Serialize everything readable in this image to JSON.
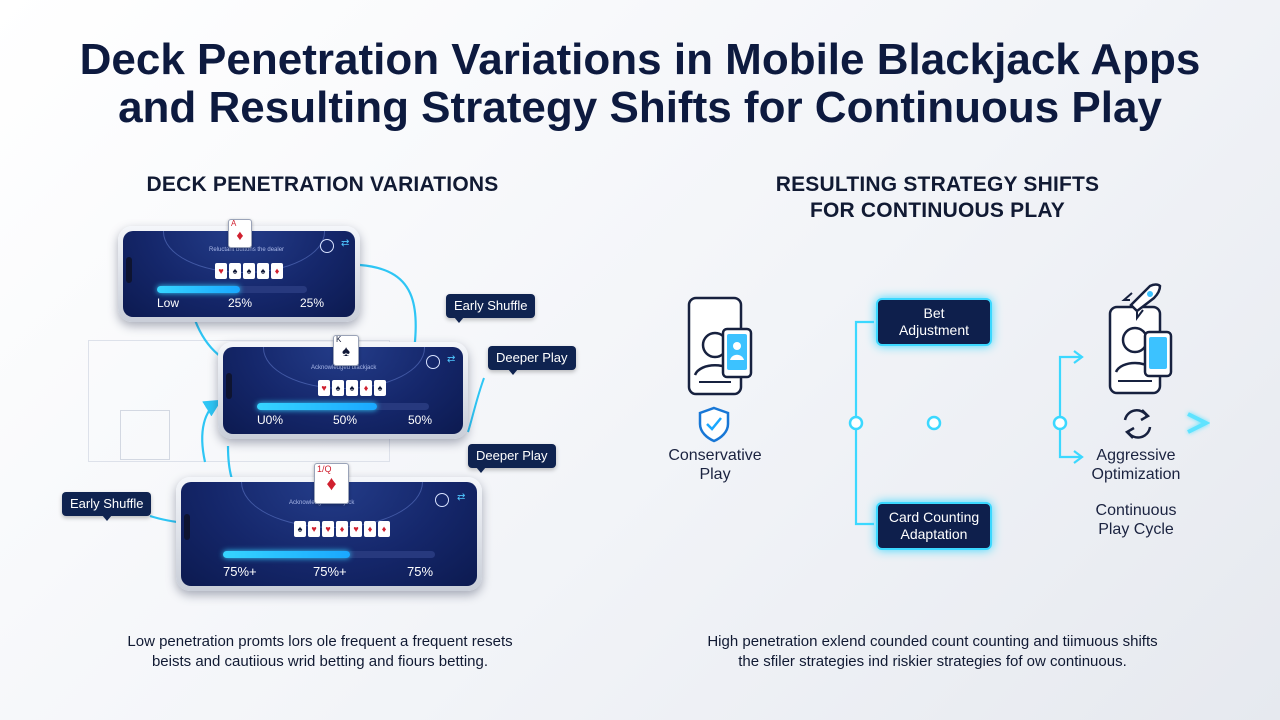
{
  "title": {
    "line1": "Deck Penetration Variations in Mobile Blackjack Apps",
    "line2": "and Resulting Strategy Shifts for Continuous Play"
  },
  "left": {
    "heading": "DECK PENETRATION VARIATIONS",
    "phones": [
      {
        "dealer_text": "Reluctant buttons the dealer",
        "top_card": "A",
        "progress": 0.55,
        "labels": [
          "Low",
          "25%",
          "25%"
        ],
        "mini_cards": [
          "♥",
          "♠",
          "♠",
          "♠",
          "♦"
        ]
      },
      {
        "dealer_text": "Acknowledged blackjack",
        "top_card": "K",
        "progress": 0.7,
        "labels": [
          "U0%",
          "50%",
          "50%"
        ],
        "mini_cards": [
          "♥",
          "♠",
          "♠",
          "♦",
          "♠"
        ]
      },
      {
        "dealer_text": "Acknowledged blackjack",
        "top_card": "1/Q",
        "progress": 0.6,
        "labels": [
          "75%+",
          "75%+",
          "75%"
        ],
        "mini_cards": [
          "♠",
          "♥",
          "♥",
          "♦",
          "♥",
          "♦",
          "♦"
        ]
      }
    ],
    "tags": [
      "Early Shuffle",
      "Deeper Play",
      "Deeper Play",
      "Early Shuffle"
    ],
    "caption": {
      "line1": "Low penetration promts lors ole frequent a frequent resets",
      "line2": "beists and cautiious wrid betting and fiours betting."
    }
  },
  "right": {
    "heading_line1": "RESULTING STRATEGY SHIFTS",
    "heading_line2": "FOR CONTINUOUS PLAY",
    "bet_box": {
      "line1": "Bet",
      "line2": "Adjustment"
    },
    "card_box": {
      "line1": "Card Counting",
      "line2": "Adaptation"
    },
    "conservative": {
      "line1": "Conservative",
      "line2": "Play"
    },
    "aggressive": {
      "line1": "Aggressive",
      "line2": "Optimization"
    },
    "cycle": {
      "line1": "Continuous",
      "line2": "Play Cycle"
    },
    "caption": {
      "line1": "High penetration exlend counded count counting and tiimuous shifts",
      "line2": "the sfiler strategies ind riskier strategies fof ow continuous."
    }
  },
  "colors": {
    "navy": "#0f2350",
    "neon": "#3bd8ff",
    "card_red": "#d0202f",
    "screen": "#15276b"
  },
  "icons": [
    "phone-icon",
    "shield-check-icon",
    "rocket-icon",
    "cycle-arrows-icon",
    "arrow-right-icon"
  ]
}
